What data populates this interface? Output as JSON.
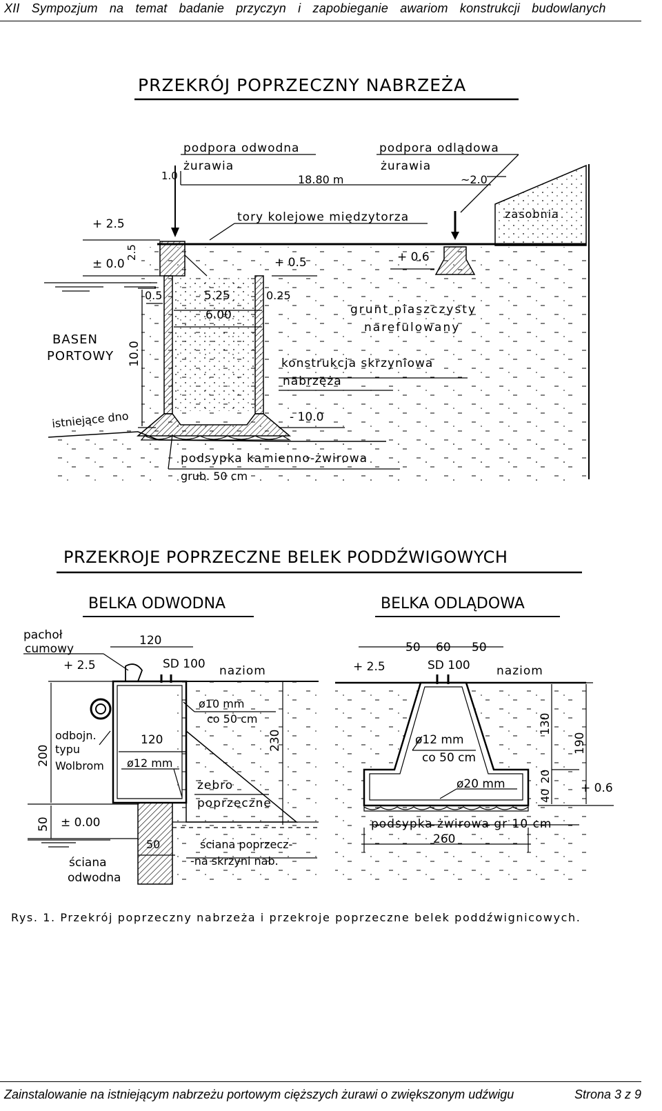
{
  "header": {
    "text": "XII Sympozjum na temat badanie przyczyn i zapobieganie awariom konstrukcji budowlanych"
  },
  "figure1": {
    "title": "PRZEKRÓJ POPRZECZNY NABRZEŻA",
    "podpora_odwodna": "podpora odwodna",
    "podpora_odwodna2": "żurawia",
    "podpora_odladowa": "podpora odlądowa",
    "podpora_odladowa2": "żurawia",
    "span": "18.80 m",
    "dim_1_0": "1.0",
    "dim_2_0": "~2.0",
    "tory": "tory kolejowe międzytorza",
    "zasobnia": "zasobnia",
    "lvl_25": "+ 2.5",
    "lvl_00": "± 0.0",
    "dim_25v": "2.5",
    "lvl_05": "+ 0.5",
    "lvl_06": "+ 0.6",
    "dim_05": "0.5",
    "dim_525": "5.25",
    "dim_025": "0.25",
    "dim_600": "6.00",
    "grunt1": "grunt piaszczysty",
    "grunt2": "narefulowany",
    "basen1": "BASEN",
    "basen2": "PORTOWY",
    "dim_100": "10.0",
    "konst1": "konstrukcja skrzyniowa",
    "konst2": "nabrzęża",
    "istn": "istniejące dno",
    "lvl_m10": "- 10.0",
    "podsypka": "podsypka kamienno-żwirowa",
    "grub": "grub. 50 cm"
  },
  "figure2": {
    "title": "PRZEKROJE POPRZECZNE BELEK PODDŹWIGOWYCH",
    "left_title": "BELKA ODWODNA",
    "right_title": "BELKA ODLĄDOWA",
    "pachol1": "pachoł",
    "pachol2": "cumowy",
    "dim_120a": "120",
    "sd100a": "SD 100",
    "naziom_l": "naziom",
    "lvl_25l": "+ 2.5",
    "fi10": "ø10 mm",
    "co50a": "co 50 cm",
    "dim_230": "230",
    "dim_200": "200",
    "odbojn1": "odbojn.",
    "odbojn2": "typu",
    "odbojn3": "Wolbrom",
    "dim_120b": "120",
    "fi12a": "ø12 mm",
    "zebro1": "żebro",
    "zebro2": "poprzeczne",
    "dim_50v": "50",
    "lvl_000": "± 0.00",
    "dim_50h": "50",
    "sciana_p1": "ściana poprzecz-",
    "sciana_p2": "-na skrzyni nab.",
    "sciana_o1": "ściana",
    "sciana_o2": "odwodna",
    "lvl_25r": "+ 2.5",
    "dim_50a": "50",
    "dim_60": "60",
    "dim_50b": "50",
    "sd100b": "SD 100",
    "naziom_r": "naziom",
    "dim_130": "130",
    "dim_190": "190",
    "fi12b": "ø12 mm",
    "co50b": "co 50 cm",
    "fi20": "ø20 mm",
    "dim_20": "20",
    "dim_40": "40",
    "lvl_06r": "+ 0.6",
    "podsypka_r": "podsypka żwirowa gr 10 cm",
    "dim_260": "260"
  },
  "caption": "Rys. 1. Przekrój poprzeczny nabrzeża i przekroje poprzeczne belek poddźwignicowych.",
  "footer": {
    "left": "Zainstalowanie na istniejącym nabrzeżu portowym cięższych żurawi o zwiększonym udźwigu",
    "right": "Strona 3 z 9"
  }
}
